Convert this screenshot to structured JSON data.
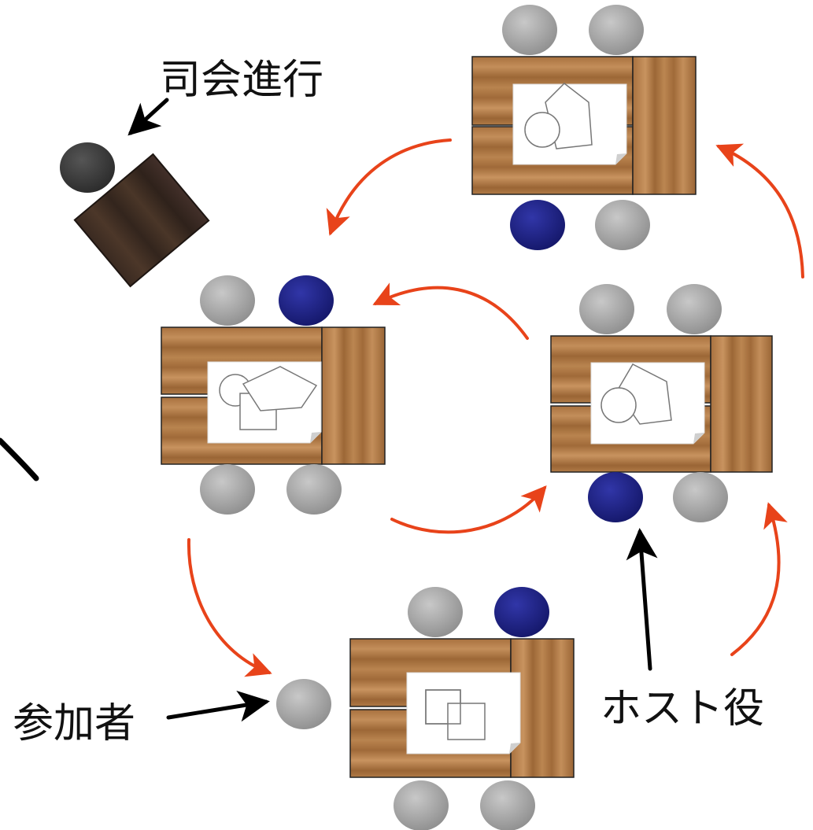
{
  "labels": {
    "moderator": "司会進行",
    "participant": "参加者",
    "host_role": "ホスト役"
  },
  "colors": {
    "guest_seat": "#a0a0a0",
    "host_seat": "#1c1f85",
    "moderator_seat": "#3a3a3a",
    "rotation_arrow": "#e8431a",
    "pointer_arrow": "#000000",
    "wood_light": "#b07a46",
    "wood_dark": "#3e2c22",
    "paper": "#ffffff"
  },
  "tables": [
    {
      "id": "top-right",
      "seats_top": [
        "guest",
        "guest"
      ],
      "seats_bottom": [
        "host",
        "guest"
      ],
      "paper_icons": [
        "pentagon",
        "circle"
      ]
    },
    {
      "id": "middle-left",
      "seats_top": [
        "guest",
        "host"
      ],
      "seats_bottom": [
        "guest",
        "guest"
      ],
      "paper_icons": [
        "pentagon",
        "circle",
        "square"
      ]
    },
    {
      "id": "middle-right",
      "seats_top": [
        "guest",
        "guest"
      ],
      "seats_bottom": [
        "host",
        "guest"
      ],
      "paper_icons": [
        "pentagon",
        "circle"
      ]
    },
    {
      "id": "bottom",
      "seats_top": [
        "guest",
        "host"
      ],
      "seats_bottom": [
        "guest",
        "guest"
      ],
      "paper_icons": [
        "square",
        "square"
      ]
    }
  ]
}
